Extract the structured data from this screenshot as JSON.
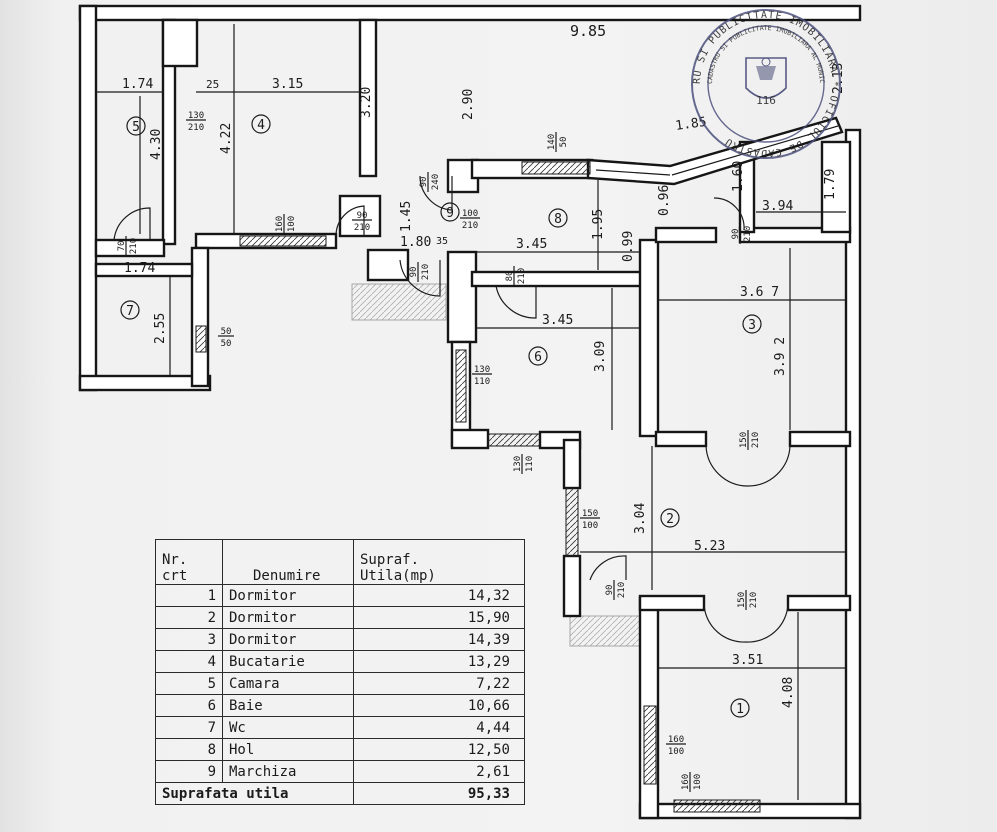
{
  "plan": {
    "overall_width": "9.85",
    "room_numbers": [
      "1",
      "2",
      "3",
      "4",
      "5",
      "6",
      "7",
      "8",
      "9"
    ],
    "dimensions": {
      "d_174_top": "1.74",
      "d_25": "25",
      "d_315": "3.15",
      "d_320": "3.20",
      "d_290": "2.90",
      "d_430": "4.30",
      "d_422": "4.22",
      "d_145": "1.45",
      "d_180": "1.80",
      "d_35": "35",
      "d_345_top": "3.45",
      "d_195": "1.95",
      "d_096": "0.96",
      "d_099": "0.99",
      "d_160": "1.60",
      "d_179": "1.79",
      "d_394": "3.94",
      "d_185": "1.85",
      "d_213": "2.13",
      "d_174_wc": "1.74",
      "d_255": "2.55",
      "d_345_baie": "3.45",
      "d_309": "3.09",
      "d_367": "3.6 7",
      "d_392": "3.9 2",
      "d_304": "3.04",
      "d_523": "5.23",
      "d_351": "3.51",
      "d_408": "4.08"
    },
    "openings": {
      "o_130_210": [
        "130",
        "210"
      ],
      "o_160_100_kitchen": [
        "160",
        "100"
      ],
      "o_70_210": [
        "70",
        "210"
      ],
      "o_50_50": [
        "50",
        "50"
      ],
      "o_90_210_a": [
        "90",
        "210"
      ],
      "o_90_240": [
        "90",
        "240"
      ],
      "o_100_210": [
        "100",
        "210"
      ],
      "o_140_50": [
        "140",
        "50"
      ],
      "o_90_210_b": [
        "90",
        "210"
      ],
      "o_80_210": [
        "80",
        "210"
      ],
      "o_90_210_c": [
        "90",
        "210"
      ],
      "o_130_110_a": [
        "130",
        "110"
      ],
      "o_130_110_b": [
        "130",
        "110"
      ],
      "o_150_210_a": [
        "150",
        "210"
      ],
      "o_150_100": [
        "150",
        "100"
      ],
      "o_90_210_d": [
        "90",
        "210"
      ],
      "o_150_210_b": [
        "150",
        "210"
      ],
      "o_160_100_a": [
        "160",
        "100"
      ],
      "o_160_100_b": [
        "160",
        "100"
      ]
    },
    "stamp": {
      "ring_text": "RU SI PUBLICITATE IMOBILIARA * OFICIUL DE CADASTRU",
      "inner_text": "CADASTRU SI PUBLICITATE IMOBILIARA AL MUNICIPIULUI BUCURESTI",
      "code": "116"
    }
  },
  "table": {
    "header": {
      "nr": "Nr.",
      "crt": "crt",
      "denumire": "Denumire",
      "supraf": "Supraf.",
      "utila": "Utila(mp)"
    },
    "rows": [
      {
        "nr": "1",
        "name": "Dormitor",
        "area": "14,32"
      },
      {
        "nr": "2",
        "name": "Dormitor",
        "area": "15,90"
      },
      {
        "nr": "3",
        "name": "Dormitor",
        "area": "14,39"
      },
      {
        "nr": "4",
        "name": "Bucatarie",
        "area": "13,29"
      },
      {
        "nr": "5",
        "name": "Camara",
        "area": "7,22"
      },
      {
        "nr": "6",
        "name": "Baie",
        "area": "10,66"
      },
      {
        "nr": "7",
        "name": "Wc",
        "area": "4,44"
      },
      {
        "nr": "8",
        "name": "Hol",
        "area": "12,50"
      },
      {
        "nr": "9",
        "name": "Marchiza",
        "area": "2,61"
      }
    ],
    "total_label": "Suprafata utila",
    "total_value": "95,33"
  },
  "colors": {
    "paper": "#f1f1f1",
    "ink": "#1b1b1b",
    "stamp": "#5a5e8c"
  }
}
